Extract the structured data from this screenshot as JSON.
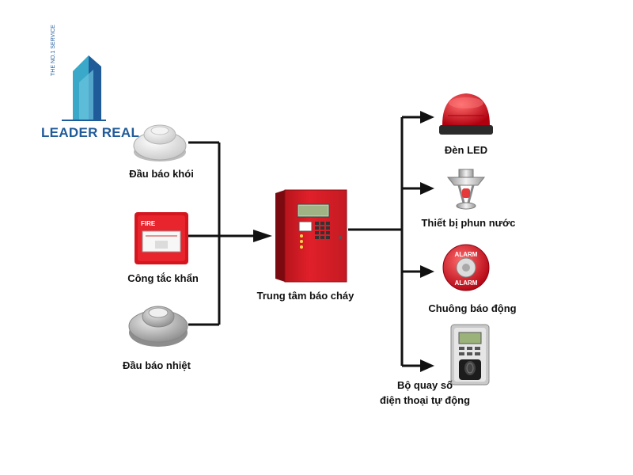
{
  "brand": {
    "name": "LEADER REAL",
    "tagline": "THE NO.1 SERVICE"
  },
  "inputs": [
    {
      "label": "Đầu báo khói",
      "icon": "smoke-detector-icon"
    },
    {
      "label": "Công tắc khẩn",
      "icon": "fire-alarm-switch-icon"
    },
    {
      "label": "Đầu báo nhiệt",
      "icon": "heat-detector-icon"
    }
  ],
  "center": {
    "label": "Trung tâm báo cháy",
    "icon": "fire-alarm-panel-icon"
  },
  "outputs": [
    {
      "label": "Đèn LED",
      "icon": "red-strobe-light-icon"
    },
    {
      "label": "Thiết bị phun nước",
      "icon": "sprinkler-icon"
    },
    {
      "label": "Chuông báo động",
      "icon": "alarm-bell-icon",
      "bell_text": "ALARM"
    },
    {
      "label_line1": "Bộ quay số",
      "label_line2": "điện thoại tự động",
      "icon": "auto-dialer-icon"
    }
  ],
  "fire_switch_text": "FIRE",
  "colors": {
    "accent_red": "#e0202a",
    "brand_blue": "#1f5b99",
    "line": "#111111"
  }
}
